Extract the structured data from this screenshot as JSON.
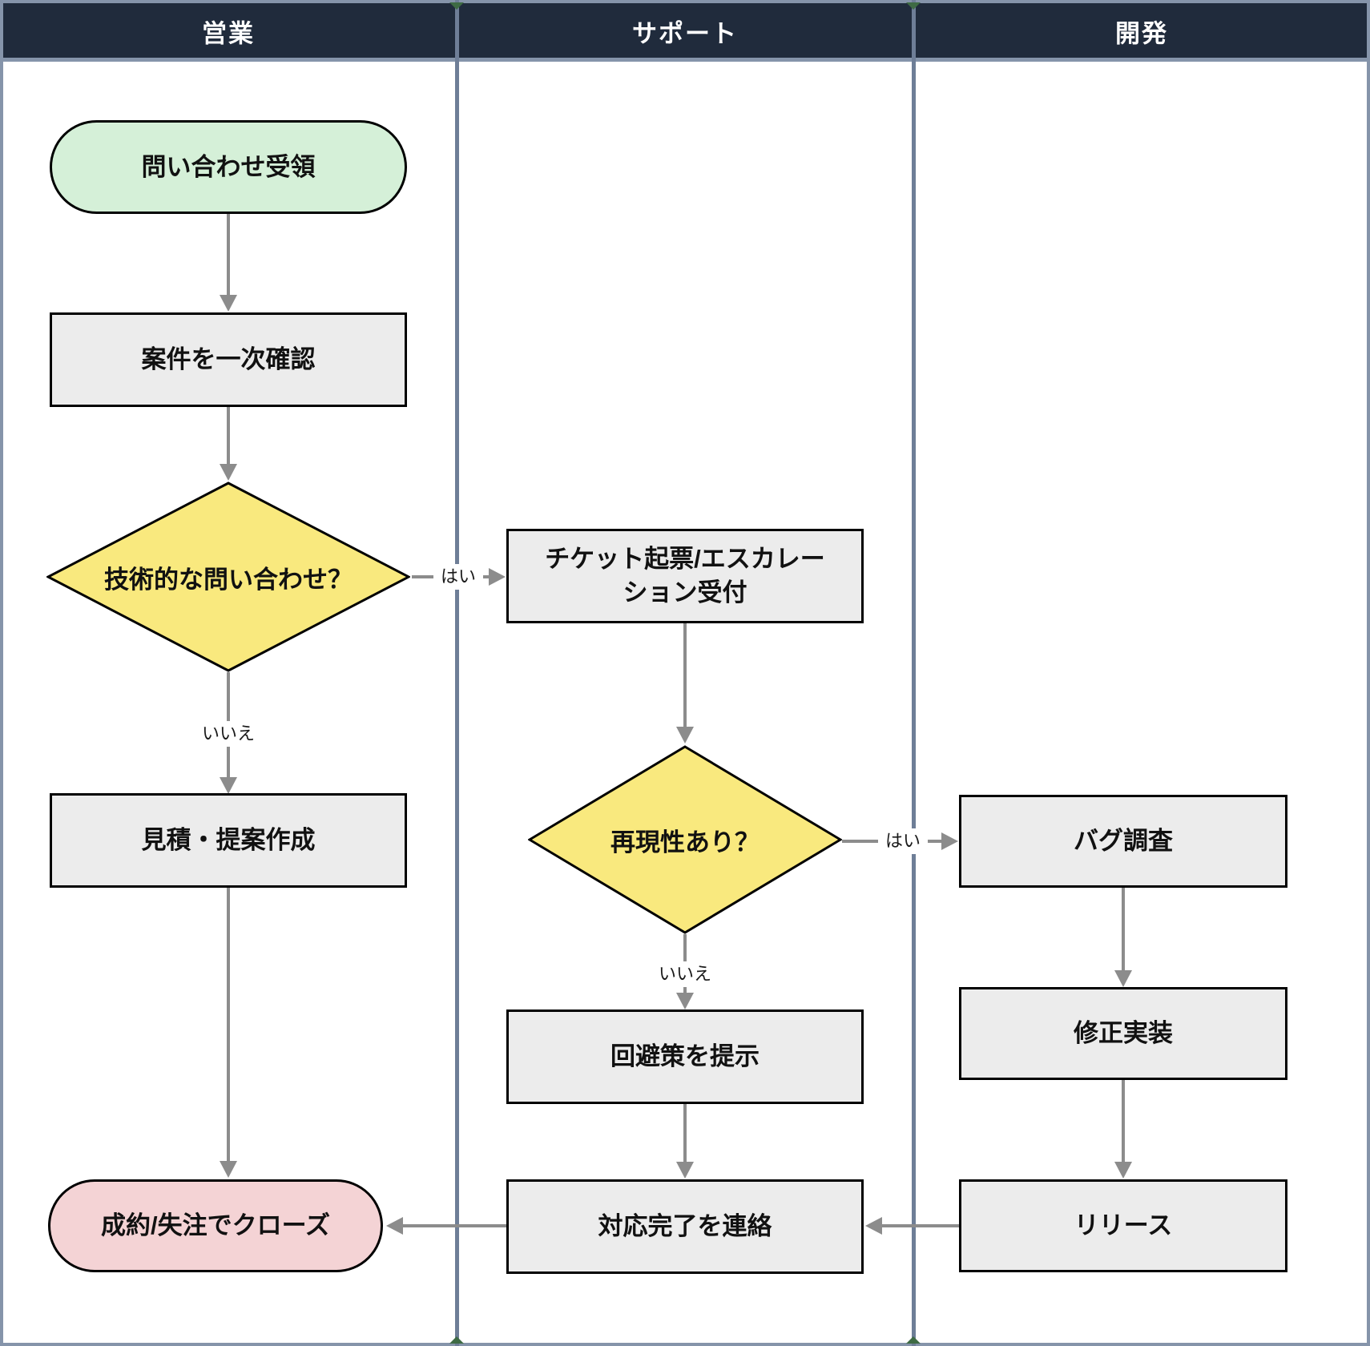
{
  "lanes": [
    {
      "label": "営業"
    },
    {
      "label": "サポート"
    },
    {
      "label": "開発"
    }
  ],
  "nodes": {
    "start": {
      "label": "問い合わせ受領",
      "shape": "stadium-start",
      "lane": "営業"
    },
    "triage": {
      "label": "案件を一次確認",
      "shape": "process",
      "lane": "営業"
    },
    "is_technical": {
      "label": "技術的な問い合わせ？",
      "shape": "decision",
      "lane": "営業"
    },
    "quote": {
      "label": "見積・提案作成",
      "shape": "process",
      "lane": "営業"
    },
    "close": {
      "label": "成約/失注でクローズ",
      "shape": "stadium-end",
      "lane": "営業"
    },
    "ticket": {
      "label": "チケット起票/エスカレー\nション受付",
      "shape": "process",
      "lane": "サポート"
    },
    "reproducible": {
      "label": "再現性あり？",
      "shape": "decision",
      "lane": "サポート"
    },
    "workaround": {
      "label": "回避策を提示",
      "shape": "process",
      "lane": "サポート"
    },
    "notify": {
      "label": "対応完了を連絡",
      "shape": "process",
      "lane": "サポート"
    },
    "bug_investigation": {
      "label": "バグ調査",
      "shape": "process",
      "lane": "開発"
    },
    "fix": {
      "label": "修正実装",
      "shape": "process",
      "lane": "開発"
    },
    "release": {
      "label": "リリース",
      "shape": "process",
      "lane": "開発"
    }
  },
  "edges": [
    {
      "from": "start",
      "to": "triage",
      "label": ""
    },
    {
      "from": "triage",
      "to": "is_technical",
      "label": ""
    },
    {
      "from": "is_technical",
      "to": "ticket",
      "label": "はい"
    },
    {
      "from": "is_technical",
      "to": "quote",
      "label": "いいえ"
    },
    {
      "from": "quote",
      "to": "close",
      "label": ""
    },
    {
      "from": "ticket",
      "to": "reproducible",
      "label": ""
    },
    {
      "from": "reproducible",
      "to": "bug_investigation",
      "label": "はい"
    },
    {
      "from": "reproducible",
      "to": "workaround",
      "label": "いいえ"
    },
    {
      "from": "workaround",
      "to": "notify",
      "label": ""
    },
    {
      "from": "bug_investigation",
      "to": "fix",
      "label": ""
    },
    {
      "from": "fix",
      "to": "release",
      "label": ""
    },
    {
      "from": "release",
      "to": "notify",
      "label": ""
    },
    {
      "from": "notify",
      "to": "close",
      "label": ""
    }
  ],
  "colors": {
    "header_bg": "#202b3c",
    "header_text": "#ffffff",
    "lane_divider": "#6e7e97",
    "frame_line": "#8594aa",
    "process_fill": "#ececec",
    "start_fill": "#d5f0d8",
    "end_fill": "#f4d3d5",
    "decision_fill": "#f9e97e",
    "node_border": "#000000",
    "arrow": "#8c8c8c",
    "tick_green": "#3e6b44"
  }
}
